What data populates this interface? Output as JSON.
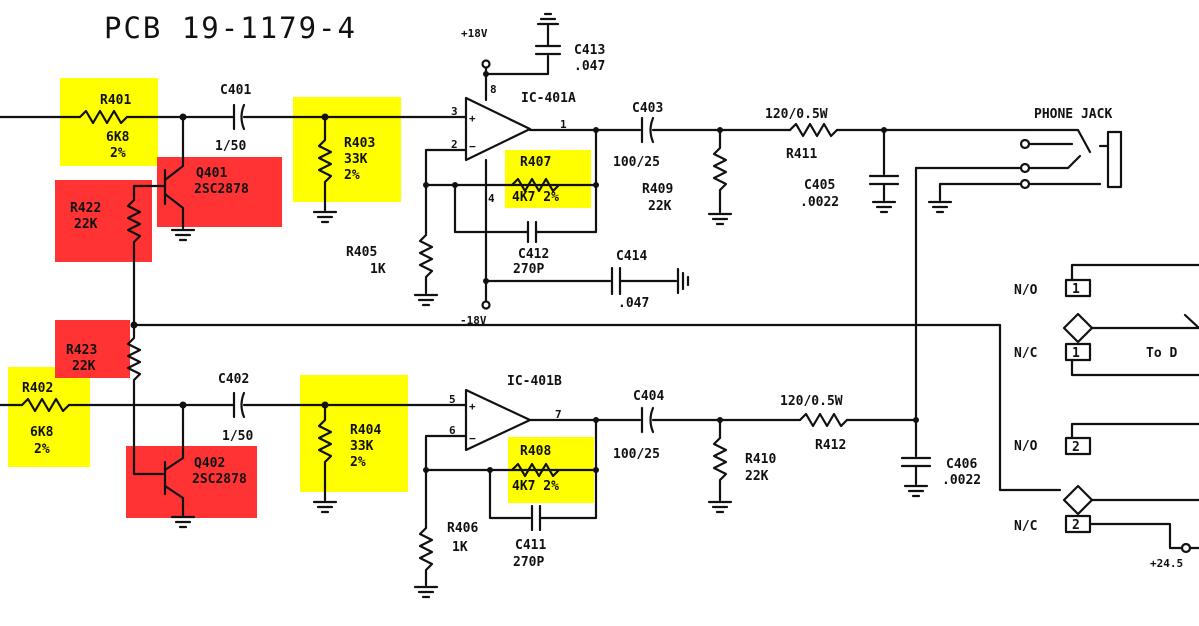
{
  "title": "PCB 19-1179-4",
  "colors": {
    "highlight_yellow": "#ffff00",
    "highlight_red": "#ff3333",
    "ink": "#111111"
  },
  "power": {
    "pos18": "+18V",
    "neg18": "-18V",
    "pos24": "+24.5"
  },
  "pins": {
    "p8": "8",
    "p4": "4",
    "p3": "3",
    "p2": "2",
    "p1": "1",
    "p5": "5",
    "p6": "6",
    "p7": "7"
  },
  "ic": {
    "a": "IC-401A",
    "b": "IC-401B"
  },
  "components": {
    "r401": {
      "name": "R401",
      "value": "6K8",
      "tol": "2%"
    },
    "r402": {
      "name": "R402",
      "value": "6K8",
      "tol": "2%"
    },
    "r403": {
      "name": "R403",
      "value": "33K",
      "tol": "2%"
    },
    "r404": {
      "name": "R404",
      "value": "33K",
      "tol": "2%"
    },
    "r405": {
      "name": "R405",
      "value": "1K"
    },
    "r406": {
      "name": "R406",
      "value": "1K"
    },
    "r407": {
      "name": "R407",
      "value": "4K7 2%"
    },
    "r408": {
      "name": "R408",
      "value": "4K7 2%"
    },
    "r409": {
      "name": "R409",
      "value": "22K"
    },
    "r410": {
      "name": "R410",
      "value": "22K"
    },
    "r411": {
      "name": "R411",
      "value": "120/0.5W"
    },
    "r412": {
      "name": "R412",
      "value": "120/0.5W"
    },
    "r422": {
      "name": "R422",
      "value": "22K"
    },
    "r423": {
      "name": "R423",
      "value": "22K"
    },
    "q401": {
      "name": "Q401",
      "part": "2SC2878"
    },
    "q402": {
      "name": "Q402",
      "part": "2SC2878"
    },
    "c401": {
      "name": "C401",
      "value": "1/50"
    },
    "c402": {
      "name": "C402",
      "value": "1/50"
    },
    "c403": {
      "name": "C403",
      "value": "100/25"
    },
    "c404": {
      "name": "C404",
      "value": "100/25"
    },
    "c405": {
      "name": "C405",
      "value": ".0022"
    },
    "c406": {
      "name": "C406",
      "value": ".0022"
    },
    "c411": {
      "name": "C411",
      "value": "270P"
    },
    "c412": {
      "name": "C412",
      "value": "270P"
    },
    "c413": {
      "name": "C413",
      "value": ".047"
    },
    "c414": {
      "name": "C414",
      "value": ".047"
    }
  },
  "jack": {
    "label": "PHONE JACK"
  },
  "relay": {
    "no": "N/O",
    "nc": "N/C",
    "num1": "1",
    "num2": "2",
    "to": "To D"
  }
}
